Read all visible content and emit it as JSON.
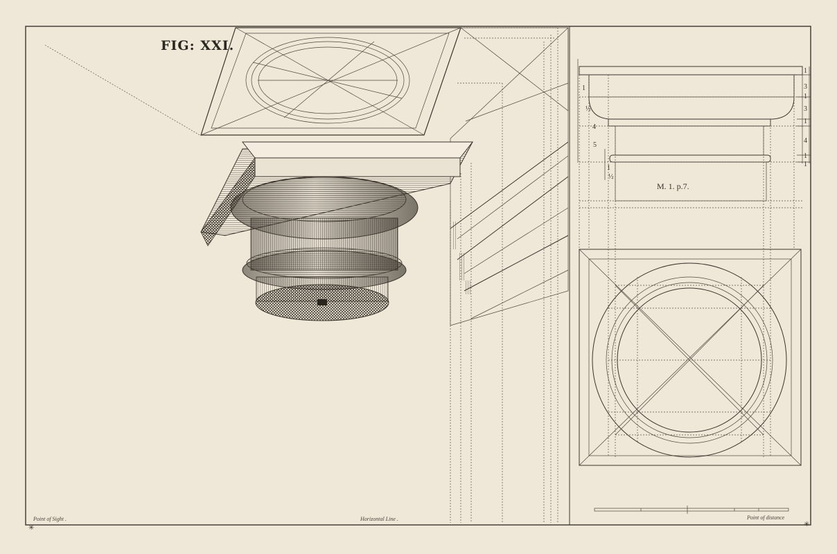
{
  "plate": {
    "title": "FIG: XXI.",
    "reference": "M. 1. p.7.",
    "point_of_sight": "Point of Sight .",
    "horizontal_line": "Horizontal Line .",
    "point_of_distance": "Point of distance"
  },
  "scale_labels": {
    "left": [
      "1",
      "½",
      "4",
      "5",
      "1",
      "½"
    ],
    "right": [
      "1",
      "3",
      "1",
      "3",
      "1",
      "4",
      "1",
      "1"
    ]
  },
  "colors": {
    "paper": "#efe7d8",
    "ink": "#3b352d"
  }
}
